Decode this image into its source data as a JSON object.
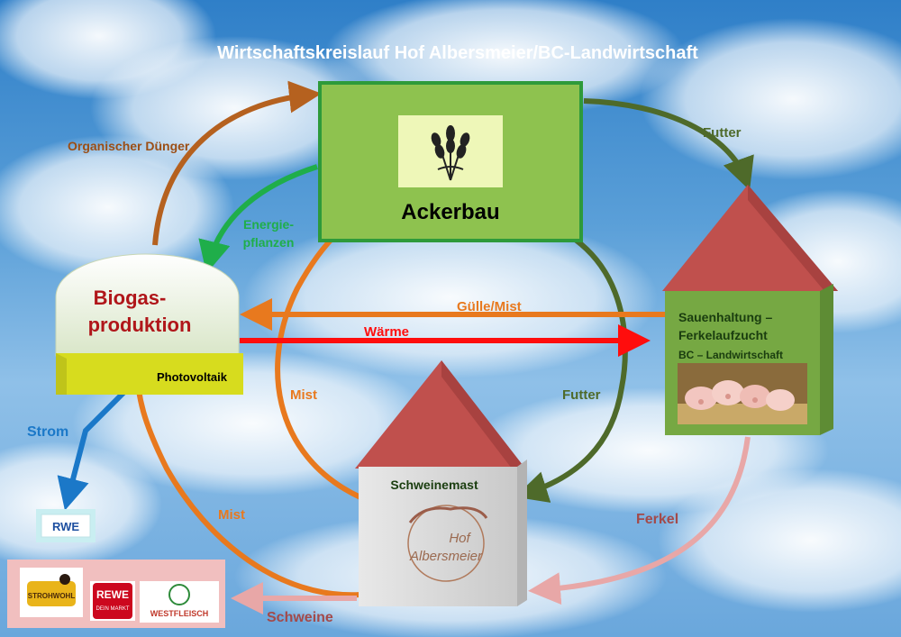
{
  "title": "Wirtschaftskreislauf Hof Albersmeier/BC-Landwirtschaft",
  "nodes": {
    "ackerbau": "Ackerbau",
    "biogas_line1": "Biogas-",
    "biogas_line2": "produktion",
    "photovoltaik": "Photovoltaik",
    "sauen_line1": "Sauenhaltung –",
    "sauen_line2": "Ferkelaufzucht",
    "sauen_line3": "BC – Landwirtschaft",
    "schweinemast": "Schweinemast",
    "logo_hof_line1": "Hof",
    "logo_hof_line2": "Albersmeier"
  },
  "flows": {
    "organischer_duenger": "Organischer Dünger",
    "energie_line1": "Energie-",
    "energie_line2": "pflanzen",
    "futter_top": "Futter",
    "guelle_mist": "Gülle/Mist",
    "waerme": "Wärme",
    "mist_inner": "Mist",
    "futter_inner": "Futter",
    "strom": "Strom",
    "mist_outer": "Mist",
    "ferkel": "Ferkel",
    "schweine": "Schweine"
  },
  "partners": {
    "rwe": "RWE",
    "strohwohl": "STROHWOHL",
    "rewe_line1": "REWE",
    "rewe_line2": "DEIN MARKT",
    "westfleisch": "WESTFLEISCH"
  },
  "colors": {
    "orange": "#e8791e",
    "brown": "#b5611f",
    "green": "#1fae4a",
    "olive": "#4e6a2a",
    "red": "#ff0d0d",
    "blue": "#1b78c8",
    "pink": "#e8a7a7",
    "ackerbau_fill": "#8ec24f",
    "roof": "#c0504d"
  },
  "icons": [
    "wheat-icon",
    "piglets-photo"
  ]
}
